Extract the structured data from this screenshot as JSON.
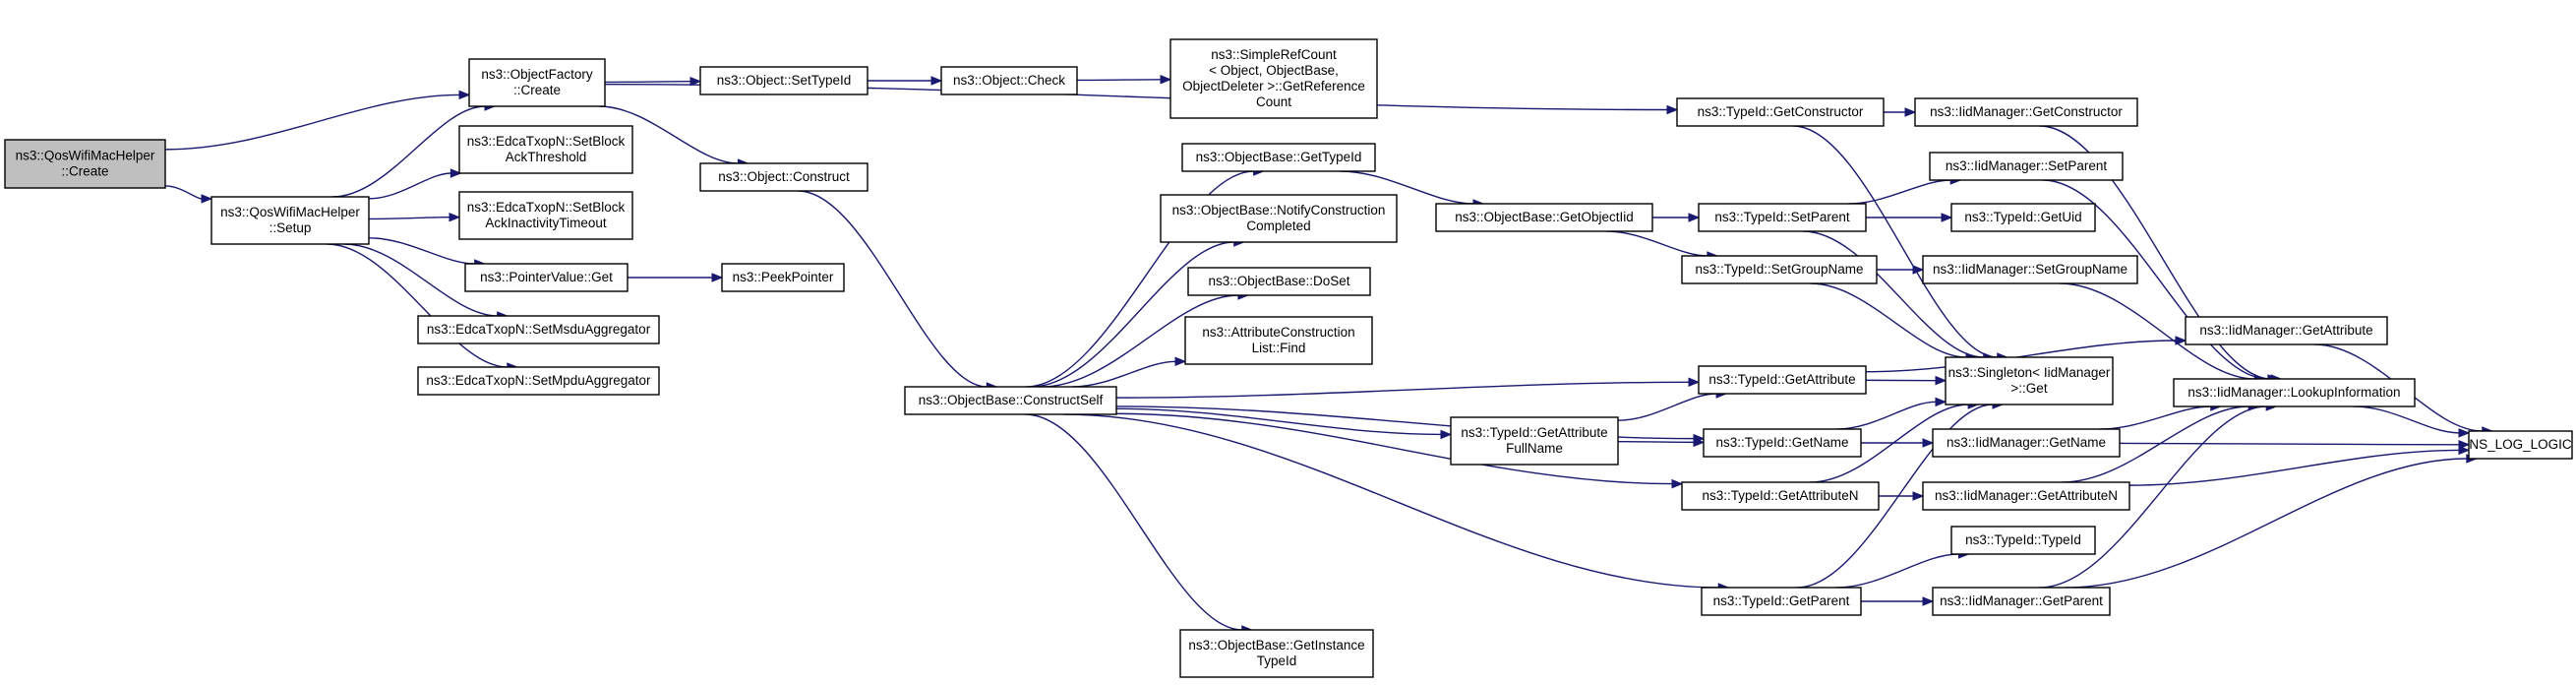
{
  "colors": {
    "edge": "#191970",
    "root_fill": "#bfbfbf",
    "node_fill": "#ffffff",
    "border": "#000000"
  },
  "nodes": [
    {
      "id": "qos_create",
      "lines": [
        "ns3::QosWifiMacHelper",
        "::Create"
      ],
      "root": true
    },
    {
      "id": "factory_create",
      "lines": [
        "ns3::ObjectFactory",
        "::Create"
      ]
    },
    {
      "id": "qos_setup",
      "lines": [
        "ns3::QosWifiMacHelper",
        "::Setup"
      ]
    },
    {
      "id": "set_block_ack_threshold",
      "lines": [
        "ns3::EdcaTxopN::SetBlock",
        "AckThreshold"
      ]
    },
    {
      "id": "set_block_ack_inactivity",
      "lines": [
        "ns3::EdcaTxopN::SetBlock",
        "AckInactivityTimeout"
      ]
    },
    {
      "id": "pointer_get",
      "lines": [
        "ns3::PointerValue::Get"
      ]
    },
    {
      "id": "set_msdu",
      "lines": [
        "ns3::EdcaTxopN::SetMsduAggregator"
      ]
    },
    {
      "id": "set_mpdu",
      "lines": [
        "ns3::EdcaTxopN::SetMpduAggregator"
      ]
    },
    {
      "id": "object_settypeid",
      "lines": [
        "ns3::Object::SetTypeId"
      ]
    },
    {
      "id": "object_construct",
      "lines": [
        "ns3::Object::Construct"
      ]
    },
    {
      "id": "peek_pointer",
      "lines": [
        "ns3::PeekPointer"
      ]
    },
    {
      "id": "object_check",
      "lines": [
        "ns3::Object::Check"
      ]
    },
    {
      "id": "simple_refcount",
      "lines": [
        "ns3::SimpleRefCount",
        "< Object, ObjectBase,",
        "ObjectDeleter >::GetReference",
        "Count"
      ]
    },
    {
      "id": "construct_self",
      "lines": [
        "ns3::ObjectBase::ConstructSelf"
      ]
    },
    {
      "id": "ob_gettypeid",
      "lines": [
        "ns3::ObjectBase::GetTypeId"
      ]
    },
    {
      "id": "ob_notify",
      "lines": [
        "ns3::ObjectBase::NotifyConstruction",
        "Completed"
      ]
    },
    {
      "id": "ob_doset",
      "lines": [
        "ns3::ObjectBase::DoSet"
      ]
    },
    {
      "id": "attr_find",
      "lines": [
        "ns3::AttributeConstruction",
        "List::Find"
      ]
    },
    {
      "id": "ob_getinstance",
      "lines": [
        "ns3::ObjectBase::GetInstance",
        "TypeId"
      ]
    },
    {
      "id": "ob_getobjectiid",
      "lines": [
        "ns3::ObjectBase::GetObjectIid"
      ]
    },
    {
      "id": "tid_getattr_fullname",
      "lines": [
        "ns3::TypeId::GetAttribute",
        "FullName"
      ]
    },
    {
      "id": "tid_getconstructor",
      "lines": [
        "ns3::TypeId::GetConstructor"
      ]
    },
    {
      "id": "tid_setparent",
      "lines": [
        "ns3::TypeId::SetParent"
      ]
    },
    {
      "id": "tid_setgroupname",
      "lines": [
        "ns3::TypeId::SetGroupName"
      ]
    },
    {
      "id": "tid_getattribute",
      "lines": [
        "ns3::TypeId::GetAttribute"
      ]
    },
    {
      "id": "tid_getname",
      "lines": [
        "ns3::TypeId::GetName"
      ]
    },
    {
      "id": "tid_getattributen",
      "lines": [
        "ns3::TypeId::GetAttributeN"
      ]
    },
    {
      "id": "tid_getparent",
      "lines": [
        "ns3::TypeId::GetParent"
      ]
    },
    {
      "id": "singleton_get",
      "lines": [
        "ns3::Singleton< IidManager",
        ">::Get"
      ]
    },
    {
      "id": "tid_getuid",
      "lines": [
        "ns3::TypeId::GetUid"
      ]
    },
    {
      "id": "tid_typeid",
      "lines": [
        "ns3::TypeId::TypeId"
      ]
    },
    {
      "id": "iid_getconstructor",
      "lines": [
        "ns3::IidManager::GetConstructor"
      ]
    },
    {
      "id": "iid_setparent",
      "lines": [
        "ns3::IidManager::SetParent"
      ]
    },
    {
      "id": "iid_setgroupname",
      "lines": [
        "ns3::IidManager::SetGroupName"
      ]
    },
    {
      "id": "iid_getattribute",
      "lines": [
        "ns3::IidManager::GetAttribute"
      ]
    },
    {
      "id": "iid_getname",
      "lines": [
        "ns3::IidManager::GetName"
      ]
    },
    {
      "id": "iid_getattributen",
      "lines": [
        "ns3::IidManager::GetAttributeN"
      ]
    },
    {
      "id": "iid_getparent",
      "lines": [
        "ns3::IidManager::GetParent"
      ]
    },
    {
      "id": "iid_lookup",
      "lines": [
        "ns3::IidManager::LookupInformation"
      ]
    },
    {
      "id": "ns_log_logic",
      "lines": [
        "NS_LOG_LOGIC"
      ]
    }
  ],
  "edges": [
    [
      "qos_create",
      "factory_create"
    ],
    [
      "qos_create",
      "qos_setup"
    ],
    [
      "qos_setup",
      "factory_create"
    ],
    [
      "qos_setup",
      "set_block_ack_threshold"
    ],
    [
      "qos_setup",
      "set_block_ack_inactivity"
    ],
    [
      "qos_setup",
      "pointer_get"
    ],
    [
      "qos_setup",
      "set_msdu"
    ],
    [
      "qos_setup",
      "set_mpdu"
    ],
    [
      "factory_create",
      "object_settypeid"
    ],
    [
      "factory_create",
      "object_construct"
    ],
    [
      "factory_create",
      "tid_getconstructor"
    ],
    [
      "pointer_get",
      "peek_pointer"
    ],
    [
      "object_settypeid",
      "object_check"
    ],
    [
      "object_check",
      "simple_refcount"
    ],
    [
      "object_construct",
      "construct_self"
    ],
    [
      "construct_self",
      "ob_gettypeid"
    ],
    [
      "construct_self",
      "ob_notify"
    ],
    [
      "construct_self",
      "ob_doset"
    ],
    [
      "construct_self",
      "attr_find"
    ],
    [
      "construct_self",
      "ob_getinstance"
    ],
    [
      "construct_self",
      "tid_getattr_fullname"
    ],
    [
      "construct_self",
      "tid_getattribute"
    ],
    [
      "construct_self",
      "tid_getname"
    ],
    [
      "construct_self",
      "tid_getattributen"
    ],
    [
      "construct_self",
      "tid_getparent"
    ],
    [
      "ob_gettypeid",
      "ob_getobjectiid"
    ],
    [
      "ob_getobjectiid",
      "tid_setparent"
    ],
    [
      "ob_getobjectiid",
      "tid_setgroupname"
    ],
    [
      "tid_getattr_fullname",
      "tid_getattribute"
    ],
    [
      "tid_getattr_fullname",
      "tid_getname"
    ],
    [
      "tid_getconstructor",
      "iid_getconstructor"
    ],
    [
      "tid_getconstructor",
      "singleton_get"
    ],
    [
      "tid_setparent",
      "iid_setparent"
    ],
    [
      "tid_setparent",
      "tid_getuid"
    ],
    [
      "tid_setparent",
      "singleton_get"
    ],
    [
      "tid_setgroupname",
      "iid_setgroupname"
    ],
    [
      "tid_setgroupname",
      "singleton_get"
    ],
    [
      "tid_getattribute",
      "iid_getattribute"
    ],
    [
      "tid_getattribute",
      "singleton_get"
    ],
    [
      "tid_getname",
      "singleton_get"
    ],
    [
      "tid_getname",
      "iid_getname"
    ],
    [
      "tid_getattributen",
      "singleton_get"
    ],
    [
      "tid_getattributen",
      "iid_getattributen"
    ],
    [
      "tid_getparent",
      "singleton_get"
    ],
    [
      "tid_getparent",
      "tid_typeid"
    ],
    [
      "tid_getparent",
      "iid_getparent"
    ],
    [
      "iid_getconstructor",
      "iid_lookup"
    ],
    [
      "iid_setparent",
      "iid_lookup"
    ],
    [
      "iid_setgroupname",
      "iid_lookup"
    ],
    [
      "iid_getattribute",
      "ns_log_logic"
    ],
    [
      "iid_getname",
      "iid_lookup"
    ],
    [
      "iid_getname",
      "ns_log_logic"
    ],
    [
      "iid_getattributen",
      "iid_lookup"
    ],
    [
      "iid_getattributen",
      "ns_log_logic"
    ],
    [
      "iid_getparent",
      "iid_lookup"
    ],
    [
      "iid_getparent",
      "ns_log_logic"
    ],
    [
      "iid_lookup",
      "ns_log_logic"
    ]
  ]
}
